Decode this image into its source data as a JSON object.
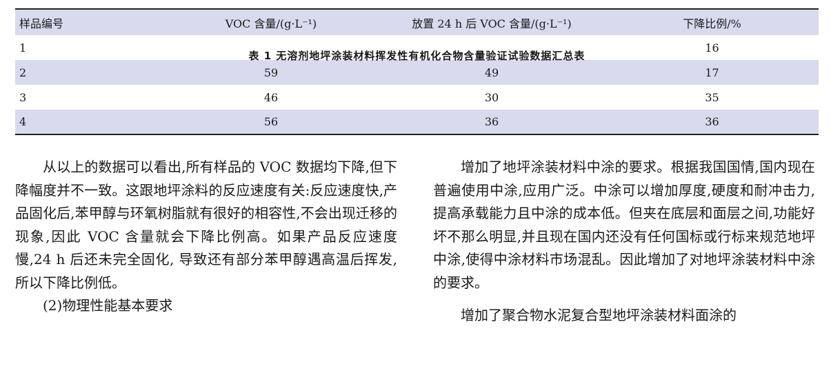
{
  "table": {
    "caption": "表 1  无溶剂地坪涂装材料挥发性有机化合物含量验证试验数据汇总表",
    "headers": [
      "样品编号",
      "VOC 含量/(g·L⁻¹)",
      "放置 24 h 后 VOC 含量/(g·L⁻¹)",
      "下降比例/%"
    ],
    "rows": [
      [
        "1",
        "",
        "",
        "16"
      ],
      [
        "2",
        "59",
        "49",
        "17"
      ],
      [
        "3",
        "46",
        "30",
        "35"
      ],
      [
        "4",
        "56",
        "36",
        "36"
      ]
    ]
  },
  "left_column": {
    "para1": "从以上的数据可以看出,所有样品的 VOC 数据均下降,但下降幅度并不一致。这跟地坪涂料的反应速度有关:反应速度快,产品固化后,苯甲醇与环氧树脂就有很好的相容性,不会出现迁移的现象,因此 VOC 含量就会下降比例高。如果产品反应速度慢,24 h 后还未完全固化, 导致还有部分苯甲醇遇高温后挥发,所以下降比例低。",
    "para2": "(2)物理性能基本要求"
  },
  "right_column": {
    "para1": "增加了地坪涂装材料中涂的要求。根据我国国情,国内现在普遍使用中涂,应用广泛。中涂可以增加厚度,硬度和耐冲击力,提高承载能力且中涂的成本低。但夹在底层和面层之间,功能好坏不那么明显,并且现在国内还没有任何国标或行标来规范地坪中涂,使得中涂材料市场混乱。因此增加了对地坪涂装材料中涂的要求。",
    "para2": "增加了聚合物水泥复合型地坪涂装材料面涂的"
  }
}
